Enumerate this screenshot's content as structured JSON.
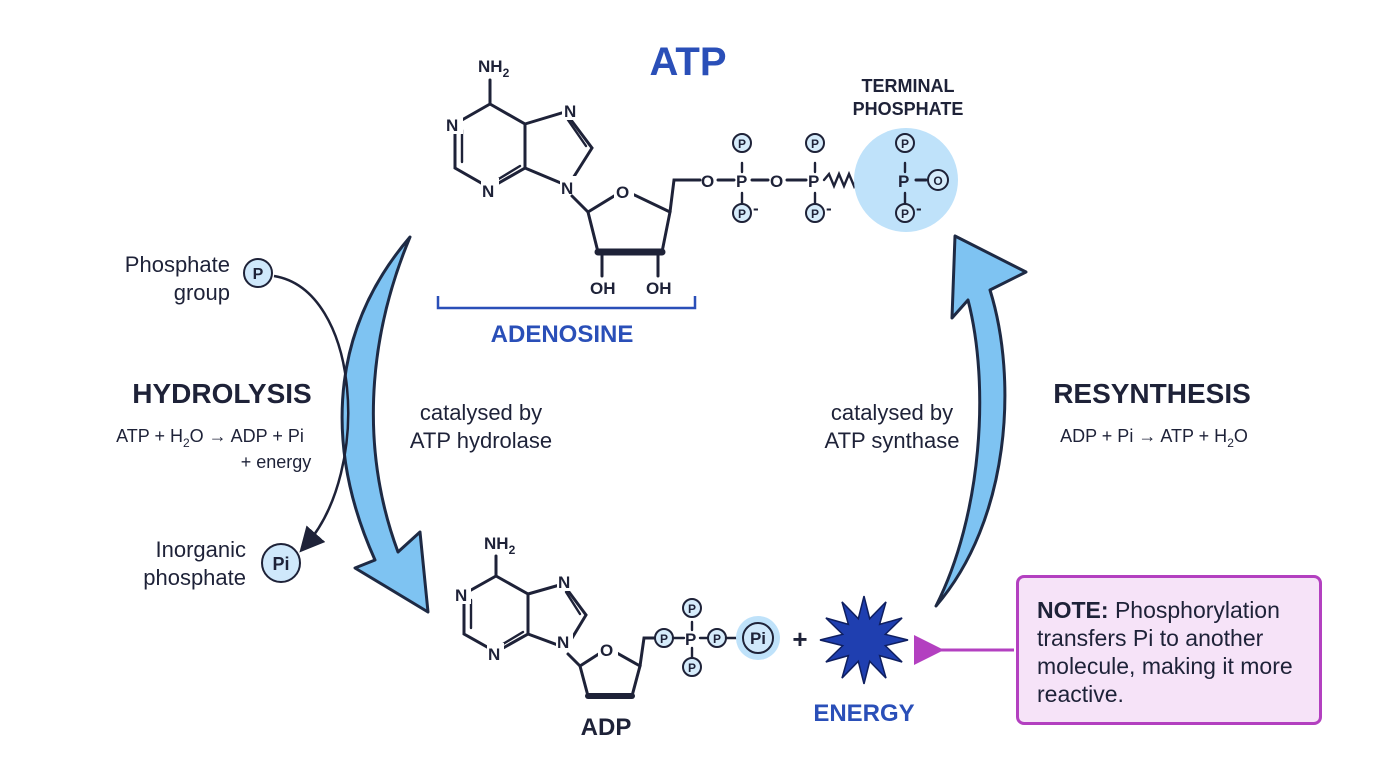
{
  "title": "ATP",
  "atp_molecule": {
    "nh2": "NH",
    "nh2_sub": "2",
    "n": "N",
    "o": "O",
    "oh": "OH",
    "p": "P",
    "minus": "-",
    "terminal_phosphate_line1": "TERMINAL",
    "terminal_phosphate_line2": "PHOSPHATE",
    "adenosine_label": "ADENOSINE"
  },
  "hydrolysis": {
    "heading": "HYDROLYSIS",
    "eq_part1": "ATP + H",
    "eq_sub": "2",
    "eq_part2": "O → ADP + Pi",
    "eq_line2": "+ energy",
    "catalyst_line1": "catalysed by",
    "catalyst_line2": "ATP hydrolase"
  },
  "resynthesis": {
    "heading": "RESYNTHESIS",
    "eq_part1": "ADP + Pi → ATP + H",
    "eq_sub": "2",
    "eq_part2": "O",
    "catalyst_line1": "catalysed by",
    "catalyst_line2": "ATP synthase"
  },
  "phosphate_group": {
    "line1": "Phosphate",
    "line2": "group",
    "symbol": "P"
  },
  "inorganic_phosphate": {
    "line1": "Inorganic",
    "line2": "phosphate",
    "symbol": "Pi"
  },
  "adp": {
    "label": "ADP",
    "pi_symbol": "Pi",
    "plus": "+"
  },
  "energy": {
    "label": "ENERGY"
  },
  "note": {
    "bold": "NOTE:",
    "text": " Phosphorylation transfers Pi to another molecule, making it more reactive."
  },
  "colors": {
    "title_blue": "#2a4fb8",
    "arrow_blue": "#7ec3f2",
    "arrow_outline": "#1e2a44",
    "highlight_blue": "#bfe2fa",
    "energy_star": "#1f3fb0",
    "note_border": "#b340c0",
    "note_fill": "#f6e3f8"
  }
}
